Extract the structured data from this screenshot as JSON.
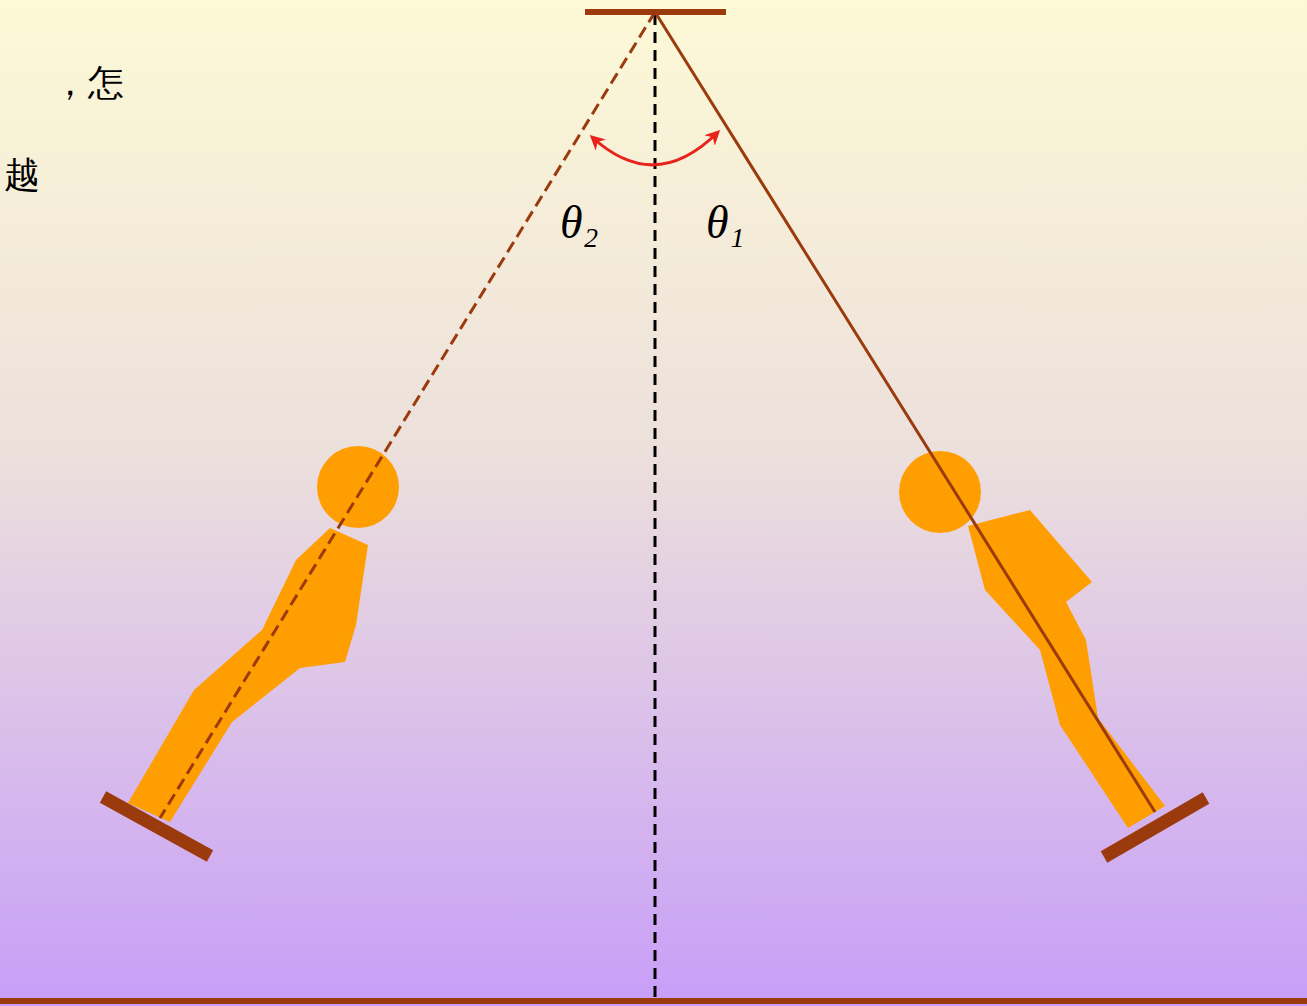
{
  "diagram": {
    "labels": [
      "，怎",
      "越",
      "θ₂",
      "θ₁"
    ]
  }
}
